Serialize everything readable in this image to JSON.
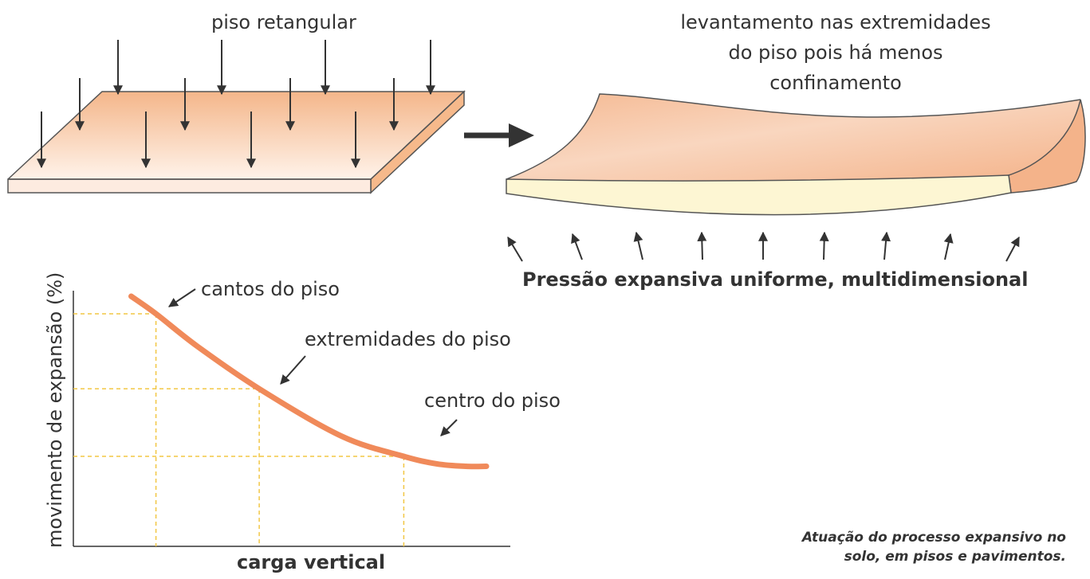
{
  "labels": {
    "flat_slab": "piso retangular",
    "curved_slab_line1": "levantamento nas extremidades",
    "curved_slab_line2": "do piso pois há menos",
    "curved_slab_line3": "confinamento",
    "pressure": "Pressão expansiva uniforme, multidimensional"
  },
  "chart_data": {
    "type": "line",
    "xlabel": "carga vertical",
    "ylabel": "movimento de expansão (%)",
    "grid": false,
    "annotations": [
      "cantos do piso",
      "extremidades do piso",
      "centro do piso"
    ],
    "series": [
      {
        "color": "#f08a5a",
        "x": [
          0.14,
          0.2,
          0.3,
          0.45,
          0.65,
          0.8,
          0.88,
          0.95,
          1.0
        ],
        "y": [
          1.0,
          0.93,
          0.8,
          0.63,
          0.44,
          0.36,
          0.33,
          0.32,
          0.32
        ]
      }
    ],
    "reference_points": [
      {
        "label": "cantos do piso",
        "x": 0.2,
        "y": 0.93
      },
      {
        "label": "extremidades do piso",
        "x": 0.45,
        "y": 0.63
      },
      {
        "label": "centro do piso",
        "x": 0.8,
        "y": 0.36
      }
    ]
  },
  "caption": {
    "line1": "Atuação do processo expansivo no",
    "line2": "solo, em pisos e pavimentos."
  },
  "colors": {
    "slab_top": "#f5c3a0",
    "slab_side": "#f6b98b",
    "slab_front": "#fdf6d3",
    "curve": "#f08a5a",
    "dashed_guides": "#f2c744",
    "arrows": "#333333"
  }
}
